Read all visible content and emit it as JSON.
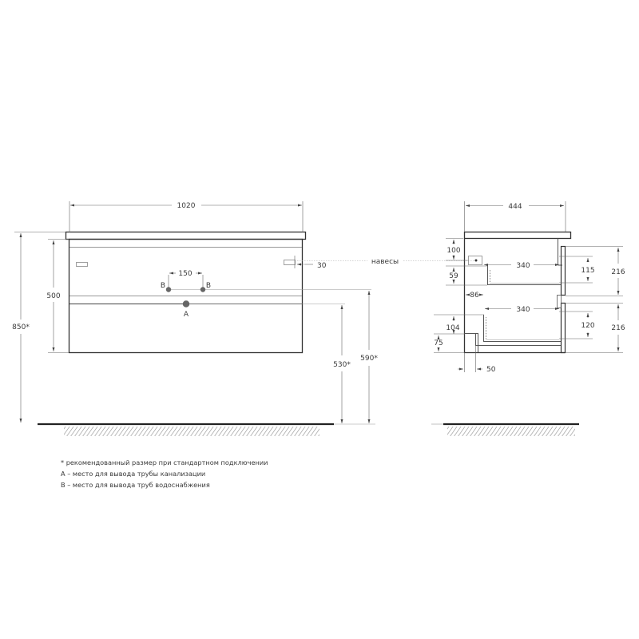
{
  "front_view": {
    "width_label": "1020",
    "height_label": "500",
    "total_height_label": "850*",
    "pipe_spacing_label": "150",
    "water_outlet_left_label": "B",
    "water_outlet_right_label": "B",
    "drain_label": "A",
    "hinge_offset_label": "30",
    "drain_height_label": "530*",
    "water_height_label": "590*"
  },
  "hinges_label": "навесы",
  "side_view": {
    "depth_label": "444",
    "top_offset_label": "100",
    "mount_height_label": "59",
    "drawer1_depth_label": "340",
    "drawer_offset_label": "86",
    "drawer2_depth_label": "340",
    "bottom_offset_label": "104",
    "plinth_height_label": "75",
    "plinth_depth_label": "50",
    "drawer1_inner_label": "115",
    "drawer1_front_label": "216",
    "drawer2_inner_label": "120",
    "drawer2_front_label": "216"
  },
  "notes": [
    "* рекомендованный размер при стандартном подключении",
    "A – место для вывода трубы канализации",
    "B – место для вывода труб водоснабжения"
  ],
  "colors": {
    "outline": "#333333",
    "dimension": "#555555",
    "marker": "#555555"
  }
}
